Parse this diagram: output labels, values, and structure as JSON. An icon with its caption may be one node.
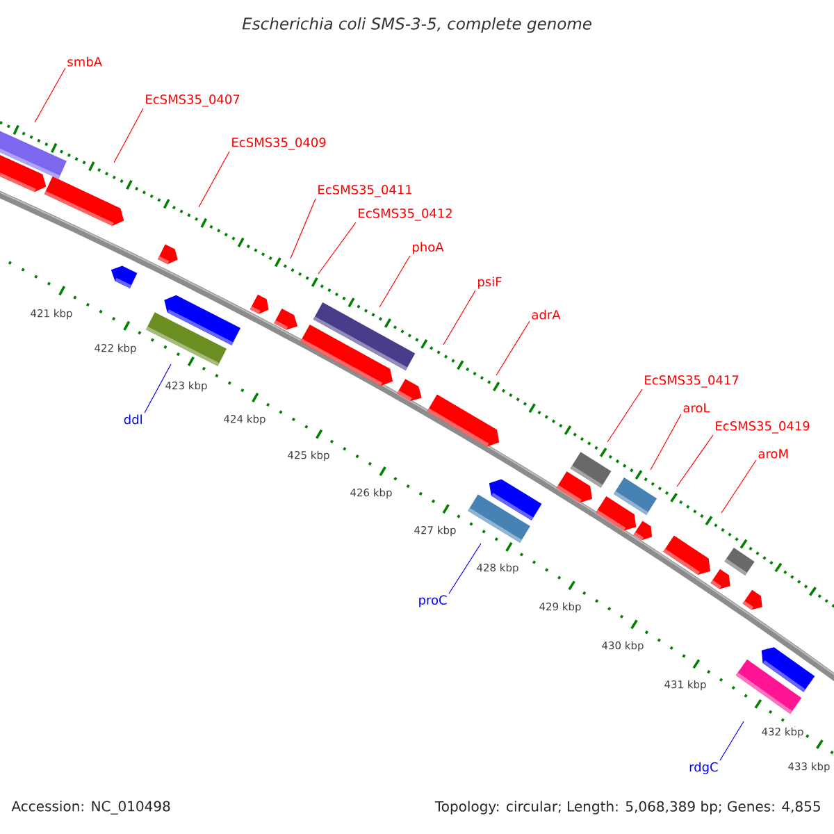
{
  "diagram": {
    "title": "Escherichia coli SMS-3-5, complete genome",
    "nodes": [
      {
        "text": [
          "smbA"
        ]
      },
      {
        "text": [
          "EcSMS35_0407"
        ]
      },
      {
        "text": [
          "EcSMS35_0409"
        ]
      },
      {
        "text": [
          "EcSMS35_0411"
        ]
      },
      {
        "text": [
          "EcSMS35_0412"
        ]
      },
      {
        "text": [
          "phoA"
        ]
      },
      {
        "text": [
          "psiF"
        ]
      },
      {
        "text": [
          "adrA"
        ]
      },
      {
        "text": [
          "EcSMS35_0417"
        ]
      },
      {
        "text": [
          "aroL"
        ]
      },
      {
        "text": [
          "ddl"
        ]
      },
      {
        "text": [
          "EcSMS35_0419"
        ]
      },
      {
        "text": [
          "aroM"
        ]
      },
      {
        "text": [
          "proC"
        ]
      },
      {
        "text": [
          "rdgC"
        ]
      }
    ],
    "edges": [
      {
        "from": 0,
        "to": null,
        "arrow": "none"
      },
      {
        "from": 1,
        "to": null,
        "arrow": "none"
      },
      {
        "from": 2,
        "to": null,
        "arrow": "none"
      },
      {
        "from": 3,
        "to": null,
        "arrow": "none"
      },
      {
        "from": 4,
        "to": null,
        "arrow": "none"
      },
      {
        "from": 5,
        "to": null,
        "arrow": "none"
      },
      {
        "from": 6,
        "to": null,
        "arrow": "none"
      },
      {
        "from": 7,
        "to": null,
        "arrow": "none"
      },
      {
        "from": 8,
        "to": null,
        "arrow": "none"
      },
      {
        "from": 9,
        "to": null,
        "arrow": "none"
      },
      {
        "from": 10,
        "to": null,
        "arrow": "none",
        "color": "#0000ff"
      },
      {
        "from": 11,
        "to": null,
        "arrow": "none"
      },
      {
        "from": 12,
        "to": null,
        "arrow": "none"
      },
      {
        "from": 13,
        "to": null,
        "arrow": "none",
        "color": "#0000ff"
      },
      {
        "from": 14,
        "to": null,
        "arrow": "none",
        "color": "#0000ff"
      }
    ],
    "labels": [
      "421 kbp",
      "422 kbp",
      "423 kbp",
      "424 kbp",
      "425 kbp",
      "426 kbp",
      "427 kbp",
      "428 kbp",
      "429 kbp",
      "430 kbp",
      "431 kbp",
      "432 kbp",
      "433 kbp",
      "Accession: NC_010498",
      "Topology: circular; Length: 5,068,389 bp; Genes: 4,855"
    ]
  }
}
